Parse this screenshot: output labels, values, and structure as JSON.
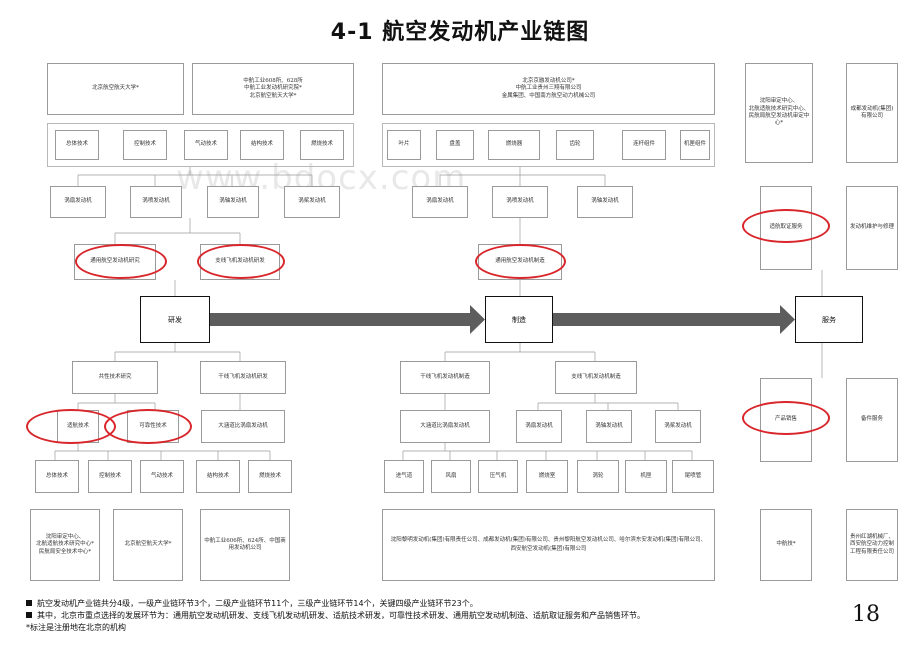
{
  "title": "4-1 航空发动机产业链图",
  "watermark": "www.bdocx.com",
  "hubs": {
    "research": "研发",
    "manufacture": "制造",
    "service": "服务"
  },
  "institutions": {
    "research_top_1": "北京航空航天大学*",
    "research_top_2": "中航工业608所、628所\n中航工业发动机研究院*\n北京航空航天大学*",
    "manufacture_top": "北京京融发动机公司*\n中航工业贵州三翔有限公司\n金属集团、中国南方航空动力机械公司",
    "service_top_1": "沈阳审定中心、\n北航适航技术研究中心、\n民航局航空发动机审定中心*",
    "service_top_2": "成都发动机(集团)\n有限公司",
    "research_bottom_1": "沈阳审定中心、\n北航适航技术研究中心*\n民航局安全技术中心*",
    "research_bottom_2": "北京航空航天大学*",
    "research_bottom_3": "中航工业606所、624所、中国商\n用发动机公司",
    "manufacture_bottom": "沈阳黎明发动机(集团)有限责任公司、成都发动机(集团)有限公司、贵州黎阳航空发动机公司、哈尔滨东安发动机(集团)有限公司、西安航空发动机(集团)有限公司",
    "service_bottom_1": "中航技*",
    "service_bottom_2": "贵州红湖机械厂、\n西安航空动力控制\n工程有限责任公司"
  },
  "top_research_tech": [
    "总体技术",
    "控制技术",
    "气动技术",
    "结构技术",
    "燃烧技术"
  ],
  "top_manufacture_parts": [
    "叶片",
    "盘盖",
    "燃烧器",
    "齿轮",
    "连杆组件",
    "机匣组件"
  ],
  "top_research_engines": [
    "涡扇发动机",
    "涡喷发动机",
    "涡轴发动机",
    "涡桨发动机"
  ],
  "top_manufacture_engines": [
    "涡扇发动机",
    "涡喷发动机",
    "涡轴发动机"
  ],
  "highlight": {
    "civil_research": "通用航空发动机研究",
    "branch_research": "支线飞机发动机研发",
    "civil_manufacture": "通用航空发动机制造",
    "airworthiness_service": "适航取证服务",
    "product_sales": "产品销售"
  },
  "service_maintenance": "发动机维护与修理",
  "spare_parts_service": "备件服务",
  "research_bottom": {
    "common_tech": "共性技术研究",
    "trunk_research": "干线飞机发动机研发",
    "airworthiness_tech": "适航技术",
    "reliability_tech": "可靠性技术",
    "large_bypass": "大涵道比涡扇发动机",
    "tech_items": [
      "总体技术",
      "控制技术",
      "气动技术",
      "结构技术",
      "燃烧技术"
    ]
  },
  "manufacture_bottom": {
    "trunk": "干线飞机发动机制造",
    "branch": "支线飞机发动机制造",
    "large_bypass": "大涵道比涡扇发动机",
    "engines": [
      "涡扇发动机",
      "涡轴发动机",
      "涡桨发动机"
    ],
    "components": [
      "进气道",
      "风扇",
      "压气机",
      "燃烧室",
      "涡轮",
      "机匣",
      "尾喷管"
    ]
  },
  "notes": [
    "航空发动机产业链共分4级，一级产业链环节3个，二级产业链环节11个，三级产业链环节14个，关键四级产业链环节23个。",
    "其中，北京市重点选择的发展环节为：通用航空发动机研发、支线飞机发动机研发、适航技术研发，可靠性技术研发、通用航空发动机制造、适航取证服务和产品销售环节。",
    "*标注是注册地在北京的机构"
  ],
  "page_number": "18",
  "colors": {
    "highlight": "#d8262b",
    "arrow": "#5d5d5d",
    "line": "#9a9a9a"
  }
}
